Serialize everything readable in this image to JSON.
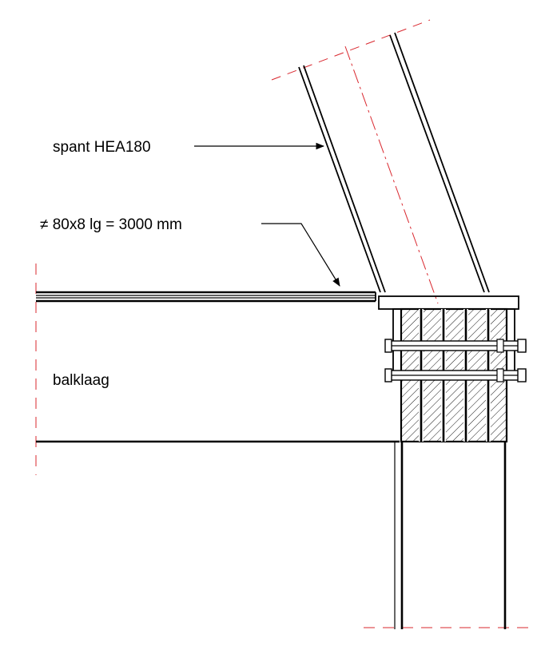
{
  "labels": {
    "spant": "spant HEA180",
    "strip": "≠ 80x8 lg = 3000 mm",
    "balklaag": "balklaag"
  },
  "colors": {
    "line": "#000000",
    "centerline": "#d9272e",
    "background": "#ffffff"
  }
}
